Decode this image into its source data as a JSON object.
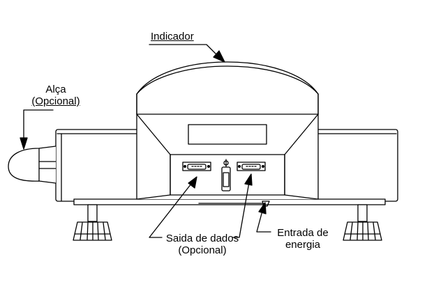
{
  "labels": {
    "indicador": "Indicador",
    "alca": [
      "Alça",
      "(Opcional)"
    ],
    "saida": [
      "Saida de dados",
      "(Opcional)"
    ],
    "entrada": [
      "Entrada de",
      "energia"
    ]
  },
  "colors": {
    "ink": "#000000",
    "paper": "#ffffff"
  }
}
